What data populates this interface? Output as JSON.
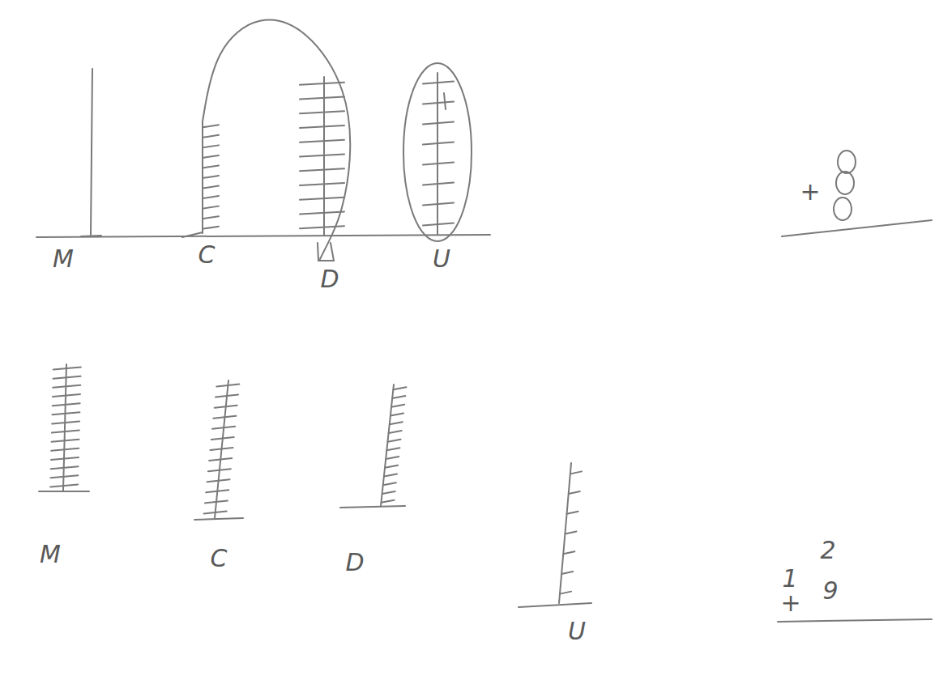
{
  "diagram": {
    "labels": [
      "M",
      "C",
      "D",
      "U",
      "+",
      "M",
      "C",
      "D",
      "U",
      "1",
      "+",
      "2",
      "9"
    ]
  }
}
